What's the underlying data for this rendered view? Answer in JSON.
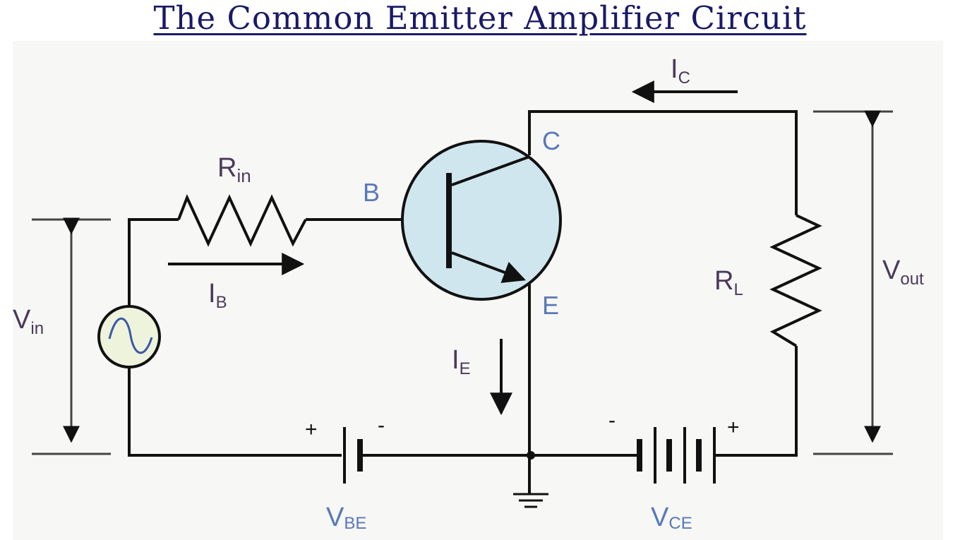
{
  "title": "The Common Emitter Amplifier Circuit",
  "colors": {
    "title": "#1a1a66",
    "wire": "#111111",
    "transistor_fill": "#cfe6ee",
    "source_fill": "#eef3dc",
    "sine": "#3b5aa8",
    "terminal_label": "#5a78b8",
    "component_label": "#4a3a5a",
    "background": "#f7f7f6"
  },
  "labels": {
    "r_in": {
      "main": "R",
      "sub": "in"
    },
    "r_l": {
      "main": "R",
      "sub": "L"
    },
    "v_in": {
      "main": "V",
      "sub": "in"
    },
    "v_out": {
      "main": "V",
      "sub": "out"
    },
    "i_b": {
      "main": "I",
      "sub": "B"
    },
    "i_c": {
      "main": "I",
      "sub": "C"
    },
    "i_e": {
      "main": "I",
      "sub": "E"
    },
    "v_be": {
      "main": "V",
      "sub": "BE"
    },
    "v_ce": {
      "main": "V",
      "sub": "CE"
    },
    "base": "B",
    "collector": "C",
    "emitter": "E",
    "vbe_plus": "+",
    "vbe_minus": "-",
    "vce_minus": "-",
    "vce_plus": "+"
  }
}
